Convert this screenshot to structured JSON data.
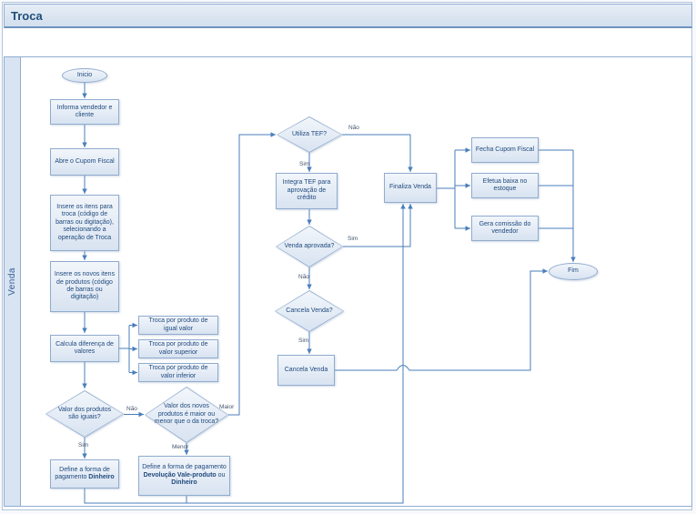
{
  "title": "Troca",
  "lane": {
    "label": "Venda"
  },
  "flow": {
    "nodes": {
      "inicio": "Inicio",
      "informa": "Informa vendedor e cliente",
      "abre_cupom": "Abre o Cupom Fiscal",
      "insere_itens_troca": "Insere os itens para troca (código de barras ou digitação), selecionando a operação de Troca",
      "insere_novos_itens": "Insere os novos itens de produtos (código de barras ou digitação)",
      "calcula": "Calcula diferença de valores",
      "troca_igual": "Troca por produto de igual valor",
      "troca_superior": "Troca por produto de valor superior",
      "troca_inferior": "Troca por produto de valor inferior",
      "valores_iguais": "Valor dos produtos são iguais?",
      "maior_menor": "Valor dos novos produtos é maior ou menor que o da troca?",
      "define_dinheiro": {
        "prefix": "Define a forma de pagamento",
        "bold": "Dinheiro"
      },
      "define_devolucao": {
        "prefix": "Define a forma de pagamento",
        "bold1": "Devolução Vale-produto",
        "mid": "ou",
        "bold2": "Dinheiro"
      },
      "utiliza_tef": "Utiliza TEF?",
      "integra_tef": "Integra TEF para aprovação de crédito",
      "venda_aprovada": "Venda aprovada?",
      "cancela_venda_q": "Cancela Venda?",
      "cancela_venda": "Cancela Venda",
      "finaliza_venda": "Finaliza Venda",
      "fecha_cupom": "Fecha Cupom Fiscal",
      "efetua_baixa": "Efetua baixa no estoque",
      "gera_comissao": "Gera comissão do vendedor",
      "fim": "Fim"
    },
    "edge_labels": {
      "tef_nao": "Não",
      "tef_sim": "Sim",
      "aprovada_sim": "Sim",
      "aprovada_nao": "Não",
      "cancela_sim": "Sim",
      "iguais_nao": "Não",
      "iguais_sim": "Sim",
      "maior": "Maior",
      "menor": "Menor"
    },
    "colors": {
      "connector": "#4a7ebb",
      "shape_border": "#90abce",
      "shape_fill_light": "#f2f6fb",
      "shape_fill_dark": "#d8e3f1",
      "text": "#1f497d",
      "band_fill": "#d9e4f2"
    }
  }
}
